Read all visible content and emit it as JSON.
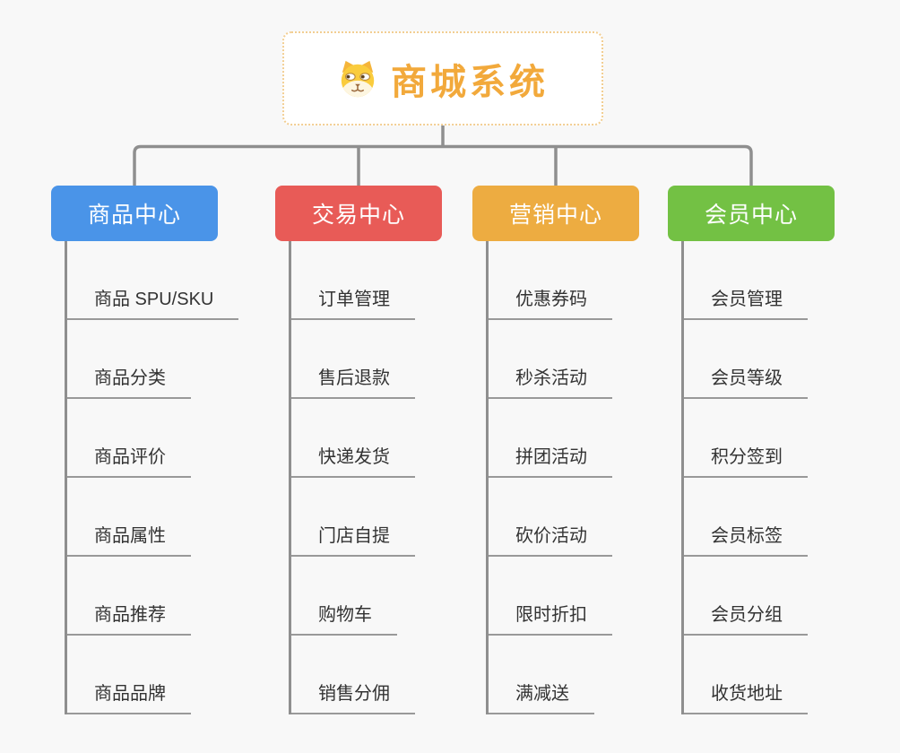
{
  "root": {
    "title": "商城系统",
    "icon": "dog-face-icon",
    "text_color": "#F2A93B",
    "border_color": "#F2CE92"
  },
  "colors": {
    "background": "#F8F8F8",
    "connector": "#8F8F8F",
    "underline": "#999999",
    "leaf_text": "#333333"
  },
  "branches": [
    {
      "label": "商品中心",
      "color": "#4A94E8",
      "items": [
        "商品 SPU/SKU",
        "商品分类",
        "商品评价",
        "商品属性",
        "商品推荐",
        "商品品牌"
      ]
    },
    {
      "label": "交易中心",
      "color": "#E85B57",
      "items": [
        "订单管理",
        "售后退款",
        "快递发货",
        "门店自提",
        "购物车",
        "销售分佣"
      ]
    },
    {
      "label": "营销中心",
      "color": "#EDAC41",
      "items": [
        "优惠券码",
        "秒杀活动",
        "拼团活动",
        "砍价活动",
        "限时折扣",
        "满减送"
      ]
    },
    {
      "label": "会员中心",
      "color": "#73C144",
      "items": [
        "会员管理",
        "会员等级",
        "积分签到",
        "会员标签",
        "会员分组",
        "收货地址"
      ]
    }
  ]
}
